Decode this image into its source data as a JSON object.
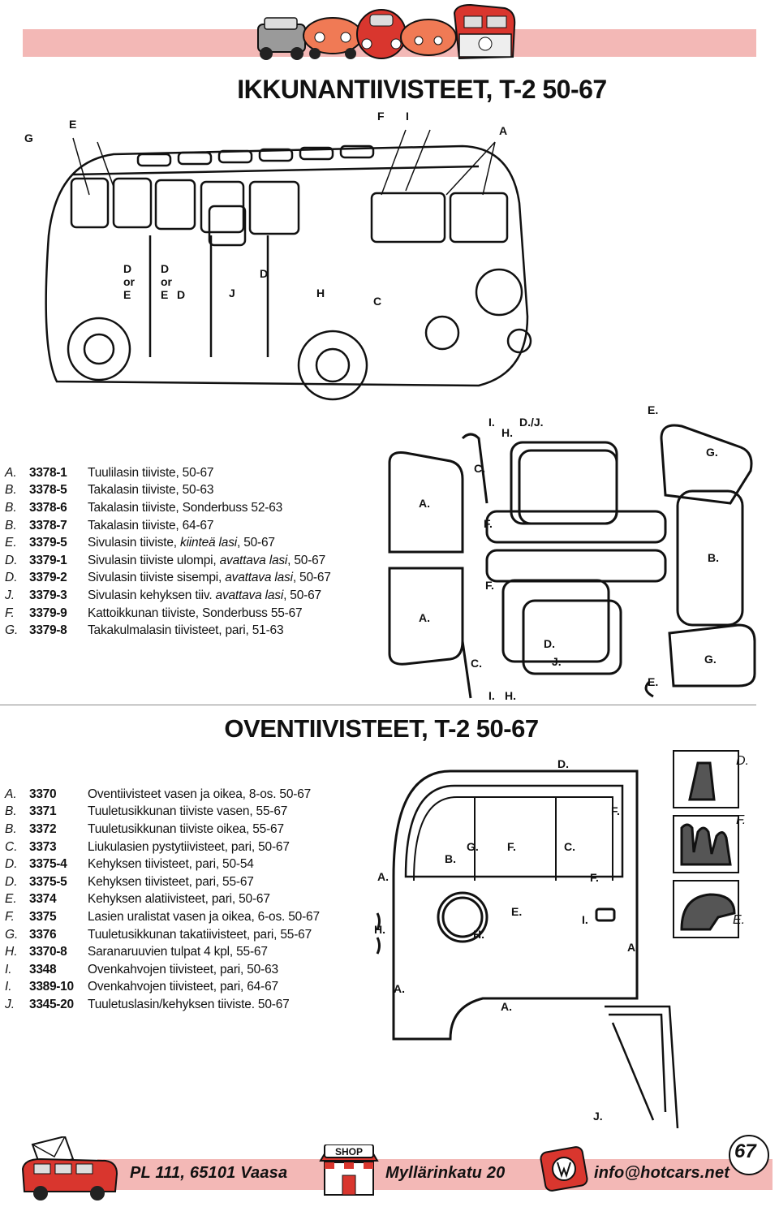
{
  "heading_windows": "IKKUNANTIIVISTEET, T-2 50-67",
  "heading_doors": "OVENTIIVISTEET, T-2 50-67",
  "window_parts": [
    {
      "letter": "A.",
      "code": "3378-1",
      "desc_main": "Tuulilasin tiiviste, 50-67",
      "desc_italic": "",
      "desc_tail": ""
    },
    {
      "letter": "B.",
      "code": "3378-5",
      "desc_main": "Takalasin tiiviste, 50-63",
      "desc_italic": "",
      "desc_tail": ""
    },
    {
      "letter": "B.",
      "code": "3378-6",
      "desc_main": "Takalasin tiiviste, Sonderbuss 52-63",
      "desc_italic": "",
      "desc_tail": ""
    },
    {
      "letter": "B.",
      "code": "3378-7",
      "desc_main": "Takalasin tiiviste, 64-67",
      "desc_italic": "",
      "desc_tail": ""
    },
    {
      "letter": "E.",
      "code": "3379-5",
      "desc_main": "Sivulasin tiiviste, ",
      "desc_italic": "kiinteä lasi",
      "desc_tail": ", 50-67"
    },
    {
      "letter": "D.",
      "code": "3379-1",
      "desc_main": "Sivulasin tiiviste ulompi, ",
      "desc_italic": "avattava lasi",
      "desc_tail": ", 50-67"
    },
    {
      "letter": "D.",
      "code": "3379-2",
      "desc_main": "Sivulasin tiiviste sisempi, ",
      "desc_italic": "avattava lasi",
      "desc_tail": ", 50-67"
    },
    {
      "letter": "J.",
      "code": "3379-3",
      "desc_main": "Sivulasin kehyksen tiiv. ",
      "desc_italic": "avattava lasi",
      "desc_tail": ", 50-67"
    },
    {
      "letter": "F.",
      "code": "3379-9",
      "desc_main": "Kattoikkunan tiiviste, Sonderbuss 55-67",
      "desc_italic": "",
      "desc_tail": ""
    },
    {
      "letter": "G.",
      "code": "3379-8",
      "desc_main": "Takakulmalasin tiivisteet, pari, 51-63",
      "desc_italic": "",
      "desc_tail": ""
    }
  ],
  "door_parts": [
    {
      "letter": "A.",
      "code": "3370",
      "desc": "Oventiivisteet vasen ja oikea, 8-os. 50-67"
    },
    {
      "letter": "B.",
      "code": "3371",
      "desc": "Tuuletusikkunan tiiviste vasen, 55-67"
    },
    {
      "letter": "B.",
      "code": "3372",
      "desc": "Tuuletusikkunan tiiviste oikea, 55-67"
    },
    {
      "letter": "C.",
      "code": "3373",
      "desc": "Liukulasien pystytiivisteet, pari, 50-67"
    },
    {
      "letter": "D.",
      "code": "3375-4",
      "desc": "Kehyksen tiivisteet, pari, 50-54"
    },
    {
      "letter": "D.",
      "code": "3375-5",
      "desc": "Kehyksen tiivisteet, pari, 55-67"
    },
    {
      "letter": "E.",
      "code": "3374",
      "desc": "Kehyksen alatiivisteet, pari, 50-67"
    },
    {
      "letter": "F.",
      "code": "3375",
      "desc": "Lasien uralistat vasen ja oikea, 6-os. 50-67"
    },
    {
      "letter": "G.",
      "code": "3376",
      "desc": "Tuuletusikkunan takatiivisteet, pari, 55-67"
    },
    {
      "letter": "H.",
      "code": "3370-8",
      "desc": "Saranaruuvien tulpat 4 kpl, 55-67"
    },
    {
      "letter": "I.",
      "code": "3348",
      "desc": "Ovenkahvojen tiivisteet, pari, 50-63"
    },
    {
      "letter": "I.",
      "code": "3389-10",
      "desc": "Ovenkahvojen tiivisteet, pari, 64-67"
    },
    {
      "letter": "J.",
      "code": "3345-20",
      "desc": "Tuuletuslasin/kehyksen tiiviste. 50-67"
    }
  ],
  "van_labels": {
    "g": "G",
    "e": "E",
    "f": "F",
    "i": "I",
    "a": "A",
    "d_or_e_1": "D",
    "or_1": "or",
    "e_1": "E",
    "d_or_e_2": "D",
    "or_2": "or",
    "e_2": "E",
    "d_low": "D",
    "j": "J",
    "d_right": "D",
    "h": "H",
    "c": "C"
  },
  "seal_labels": {
    "i_top": "I.",
    "h_top": "H.",
    "dj_top": "D./J.",
    "e_top": "E.",
    "g_top": "G.",
    "c_top": "C.",
    "a_top": "A.",
    "f_1": "F.",
    "b": "B.",
    "f_2": "F.",
    "a_low": "A.",
    "d_low": "D.",
    "j_low": "J.",
    "c_low": "C.",
    "e_low": "E.",
    "g_low": "G.",
    "i_low": "I.",
    "h_low": "H."
  },
  "door_labels": {
    "d_top": "D.",
    "d_detail": "D.",
    "f_right": "F.",
    "f_detail": "F.",
    "b": "B.",
    "g": "G.",
    "f_mid": "F.",
    "c": "C.",
    "a_left": "A.",
    "f_low": "F.",
    "e": "E.",
    "i": "I.",
    "e_detail": "E.",
    "h_left": "H.",
    "h": "H.",
    "a_right": "A.",
    "a_low": "A.",
    "a_bottom": "A.",
    "j": "J."
  },
  "footer": {
    "address": "PL 111, 65101 Vaasa",
    "street": "Myllärinkatu 20",
    "email": "info@hotcars.net",
    "page_number": "67",
    "shop_sign": "SHOP"
  },
  "colors": {
    "band": "#f3b8b6",
    "car_red": "#d9362e",
    "car_orange": "#f07a55",
    "car_grey": "#9a9a9a"
  }
}
